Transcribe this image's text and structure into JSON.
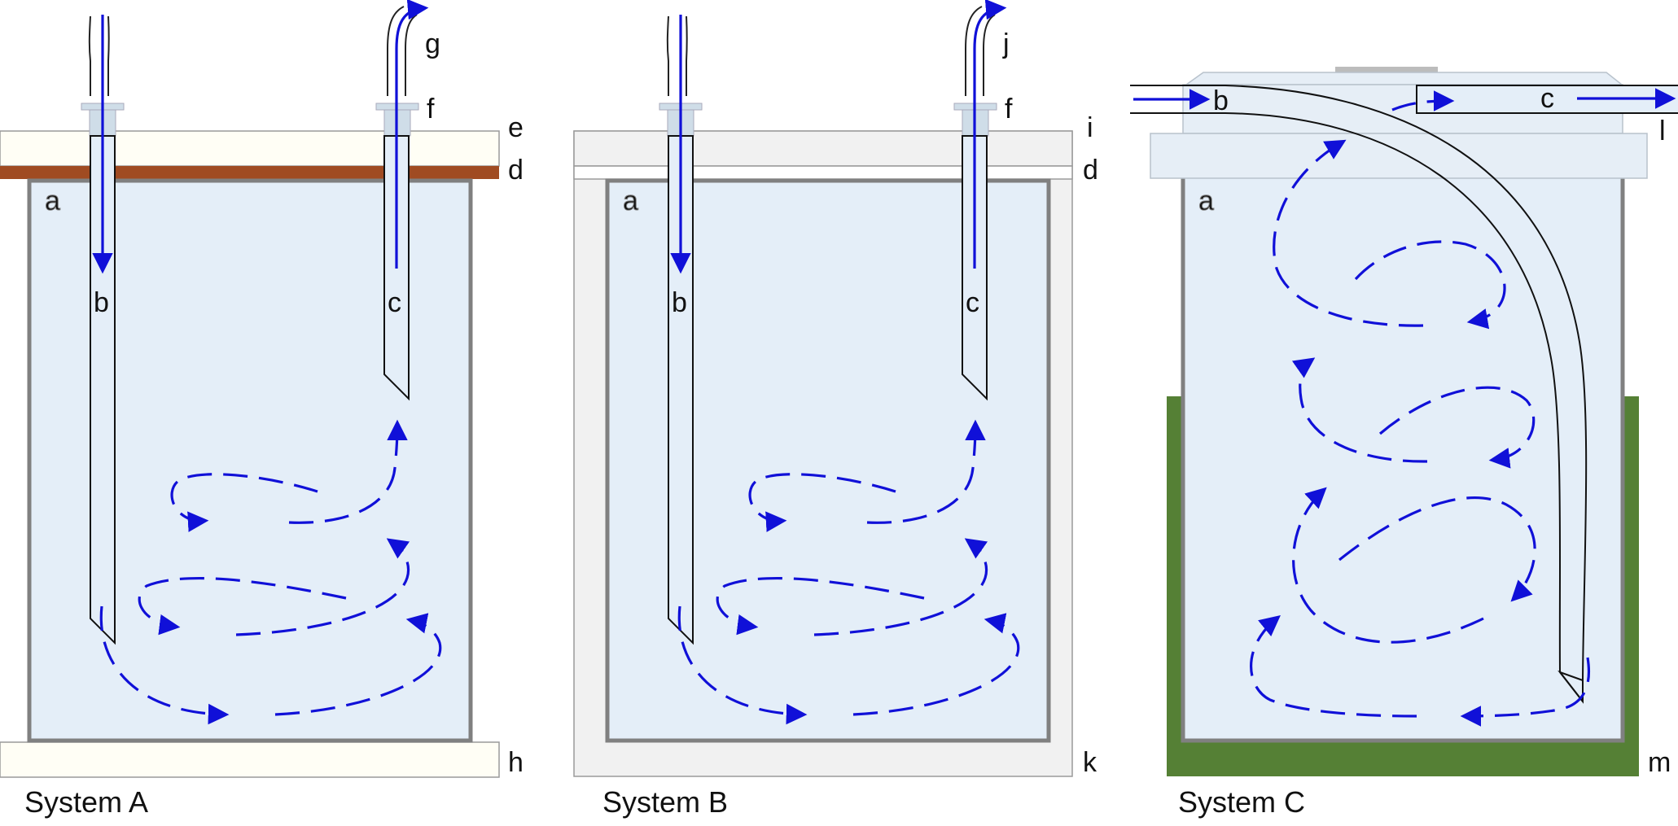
{
  "colors": {
    "water": "#e4eef8",
    "vessel_wall": "#808080",
    "cork": "#a04b22",
    "insulation_a": "#fffef5",
    "insulation_b": "#f1f1f1",
    "moss": "#558035",
    "flow": "#1010d8",
    "tube_fill": "#e4eef8",
    "lid": "#e6eef6"
  },
  "systems": [
    {
      "caption": "System A",
      "labels": {
        "vessel": "a",
        "inlet_tube": "b",
        "outlet_tube": "c",
        "cork_layer": "d",
        "top_insulation": "e",
        "fitting": "f",
        "outflow": "g",
        "base": "h"
      }
    },
    {
      "caption": "System B",
      "labels": {
        "vessel": "a",
        "inlet_tube": "b",
        "outlet_tube": "c",
        "gap_layer": "d",
        "cover": "i",
        "fitting": "f",
        "outflow": "j",
        "housing": "k"
      }
    },
    {
      "caption": "System C",
      "labels": {
        "vessel": "a",
        "inlet_tube": "b",
        "outlet_tube": "c",
        "lid": "l",
        "moss": "m"
      }
    }
  ]
}
